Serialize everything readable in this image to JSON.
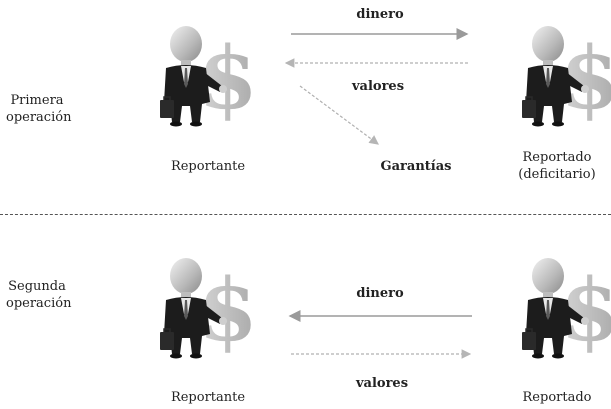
{
  "section1": {
    "label_line1": "Primera",
    "label_line2": "operación",
    "left_party": "Reportante",
    "right_party_line1": "Reportado",
    "right_party_line2": "(deficitario)",
    "arrow_top_label": "dinero",
    "arrow_return_label": "valores",
    "arrow_diag_label": "Garantías"
  },
  "section2": {
    "label_line1": "Segunda",
    "label_line2": "operación",
    "left_party": "Reportante",
    "right_party": "Reportado",
    "arrow_top_label": "dinero",
    "arrow_bottom_label": "valores"
  },
  "icons": {
    "figure": "businessman-with-dollar-sign-icon"
  },
  "colors": {
    "arrow_solid": "#9a9a9a",
    "arrow_dashed": "#b0b0b0",
    "dollar": "#b9b9b9",
    "suit": "#1c1c1c"
  }
}
